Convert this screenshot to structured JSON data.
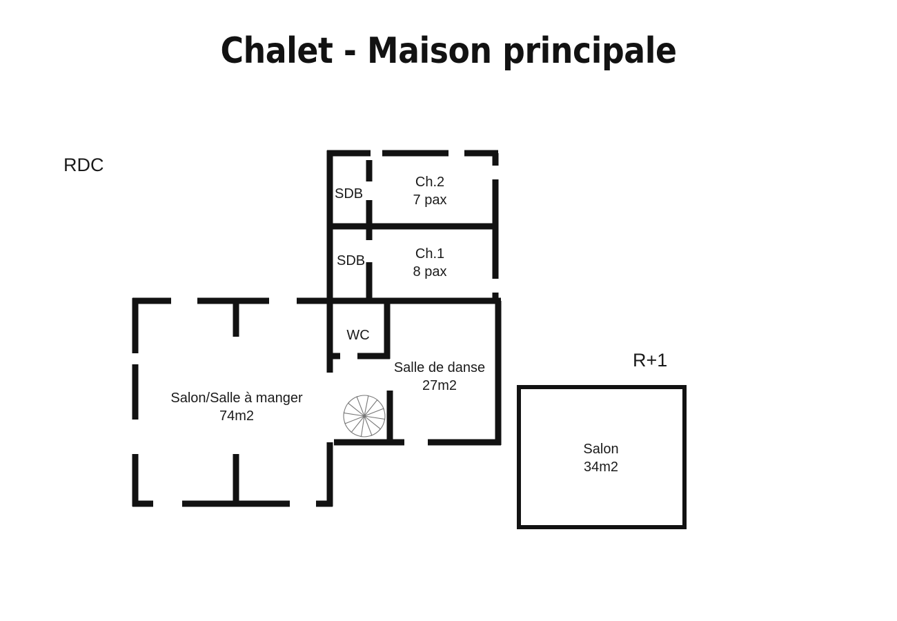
{
  "document": {
    "title": "Chalet - Maison principale"
  },
  "levels": {
    "rdc": {
      "label": "RDC"
    },
    "r1": {
      "label": "R+1"
    }
  },
  "rooms": {
    "sdb_upper": {
      "name": "SDB"
    },
    "sdb_lower": {
      "name": "SDB"
    },
    "ch2": {
      "name": "Ch.2",
      "capacity": "7 pax"
    },
    "ch1": {
      "name": "Ch.1",
      "capacity": "8 pax"
    },
    "wc": {
      "name": "WC"
    },
    "salle_de_danse": {
      "name": "Salle de danse",
      "area": "27m2"
    },
    "salon_salle_a_manger": {
      "name": "Salon/Salle à manger",
      "area": "74m2"
    },
    "salon_r1": {
      "name": "Salon",
      "area": "34m2"
    }
  },
  "colors": {
    "wall": "#121212",
    "background": "#ffffff",
    "stair_stroke": "#777777",
    "text": "#1a1a1a"
  }
}
